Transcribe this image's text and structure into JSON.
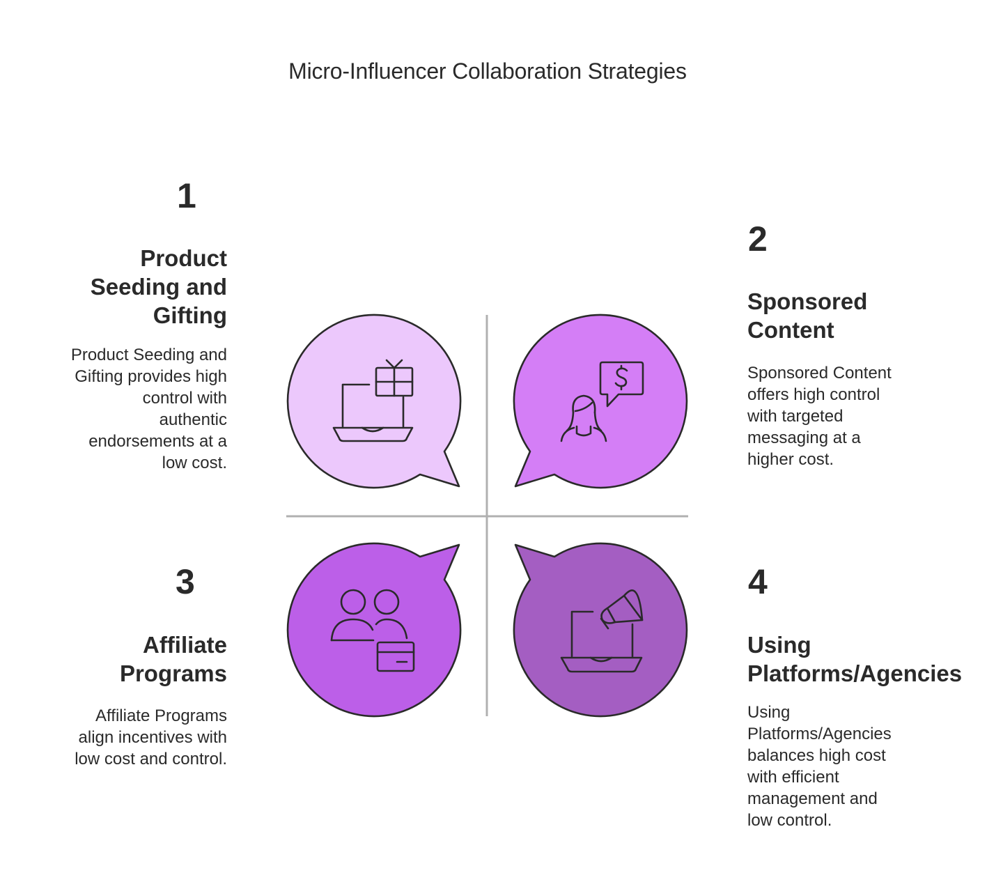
{
  "title": "Micro-Influencer Collaboration Strategies",
  "colors": {
    "q1": "#ecc8fc",
    "q2": "#d47ef6",
    "q3": "#bc5fe8",
    "q4": "#a45ec2",
    "outline": "#2a2a2a",
    "axis": "#b0b0b0"
  },
  "items": [
    {
      "number": "1",
      "heading_lines": [
        "Product",
        "Seeding and",
        "Gifting"
      ],
      "description_lines": [
        "Product Seeding and",
        "Gifting provides high",
        "control with",
        "authentic",
        "endorsements at a",
        "low cost."
      ],
      "icon": "laptop-gift-icon"
    },
    {
      "number": "2",
      "heading_lines": [
        "Sponsored",
        "Content"
      ],
      "description_lines": [
        "Sponsored Content",
        "offers high control",
        "with targeted",
        "messaging at a",
        "higher cost."
      ],
      "icon": "person-dollar-chat-icon"
    },
    {
      "number": "3",
      "heading_lines": [
        "Affiliate",
        "Programs"
      ],
      "description_lines": [
        "Affiliate Programs",
        "align incentives with",
        "low cost and control."
      ],
      "icon": "people-card-icon"
    },
    {
      "number": "4",
      "heading_lines": [
        "Using",
        "Platforms/Agencies"
      ],
      "description_lines": [
        "Using",
        "Platforms/Agencies",
        "balances high cost",
        "with efficient",
        "management and",
        "low control."
      ],
      "icon": "laptop-megaphone-icon"
    }
  ]
}
